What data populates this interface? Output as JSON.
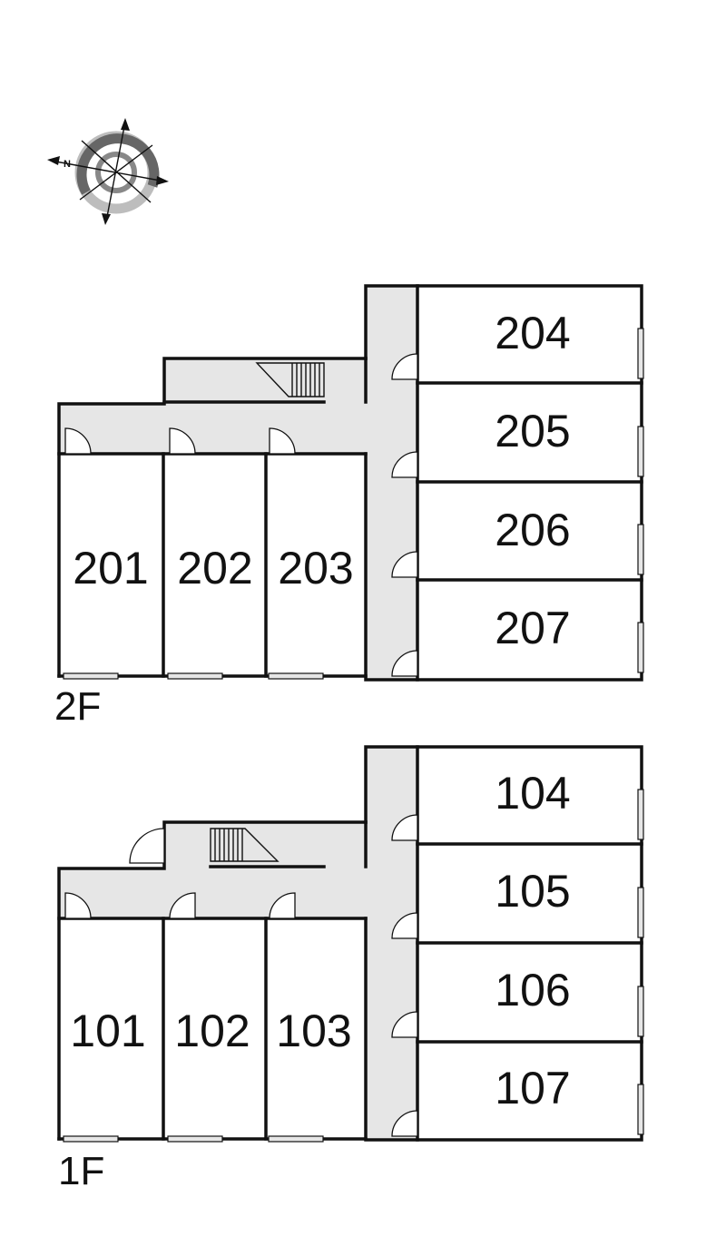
{
  "compass": {
    "north_label": "N"
  },
  "floors": [
    {
      "label": "2F",
      "rooms_left": [
        "201",
        "202",
        "203"
      ],
      "rooms_right": [
        "204",
        "205",
        "206",
        "207"
      ]
    },
    {
      "label": "1F",
      "rooms_left": [
        "101",
        "102",
        "103"
      ],
      "rooms_right": [
        "104",
        "105",
        "106",
        "107"
      ]
    }
  ],
  "colors": {
    "wall": "#111111",
    "corridor": "#e6e6e6",
    "compass_dark": "#666666",
    "compass_light": "#bdbdbd"
  }
}
